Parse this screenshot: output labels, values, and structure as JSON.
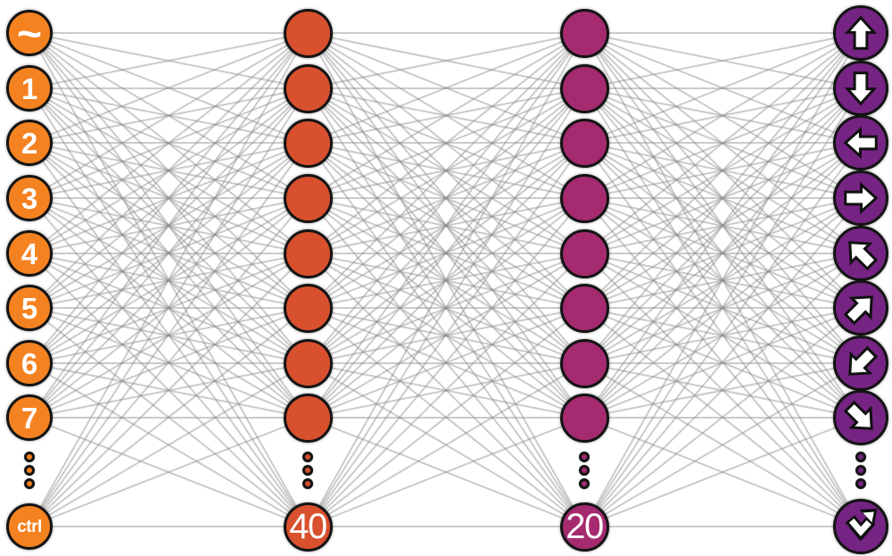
{
  "diagram": {
    "type": "fully-connected-neural-network",
    "background_color": "#ffffff",
    "connection": {
      "color": "#8c8c8c",
      "opacity": 0.45,
      "width": 2
    },
    "node_border_color": "#141414",
    "layers": [
      {
        "name": "input-layer",
        "color": "#F58220",
        "label_color": "#ffffff",
        "nodes": [
          {
            "label": "~"
          },
          {
            "label": "1"
          },
          {
            "label": "2"
          },
          {
            "label": "3"
          },
          {
            "label": "4"
          },
          {
            "label": "5"
          },
          {
            "label": "6"
          },
          {
            "label": "7"
          }
        ],
        "ellipsis": true,
        "bottom_node": {
          "label": "ctrl"
        }
      },
      {
        "name": "hidden-layer-1",
        "color": "#D9502E",
        "label_color": "#ffffff",
        "nodes": [
          {},
          {},
          {},
          {},
          {},
          {},
          {},
          {}
        ],
        "ellipsis": true,
        "bottom_node": {
          "label": "40"
        }
      },
      {
        "name": "hidden-layer-2",
        "color": "#A52A70",
        "label_color": "#ffffff",
        "nodes": [
          {},
          {},
          {},
          {},
          {},
          {},
          {},
          {}
        ],
        "ellipsis": true,
        "bottom_node": {
          "label": "20"
        }
      },
      {
        "name": "output-layer",
        "color": "#752483",
        "label_color": "#ffffff",
        "nodes": [
          {
            "icon": "arrow-up-icon"
          },
          {
            "icon": "arrow-down-icon"
          },
          {
            "icon": "arrow-left-icon"
          },
          {
            "icon": "arrow-right-icon"
          },
          {
            "icon": "arrow-up-left-icon"
          },
          {
            "icon": "arrow-up-right-icon"
          },
          {
            "icon": "arrow-down-left-icon"
          },
          {
            "icon": "arrow-down-right-icon"
          }
        ],
        "ellipsis": true,
        "bottom_node": {
          "icon": "arrow-down-bounce-icon"
        }
      }
    ]
  }
}
